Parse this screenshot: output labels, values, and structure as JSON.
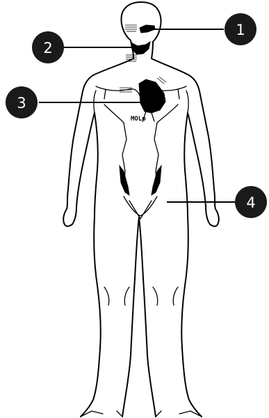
{
  "figure": {
    "tiny_label": "MOLp"
  },
  "callouts": [
    {
      "label": "1"
    },
    {
      "label": "2"
    },
    {
      "label": "3"
    },
    {
      "label": "4"
    }
  ],
  "colors": {
    "callout_fill": "#1a1a1a",
    "line": "#000000",
    "background": "#ffffff"
  }
}
